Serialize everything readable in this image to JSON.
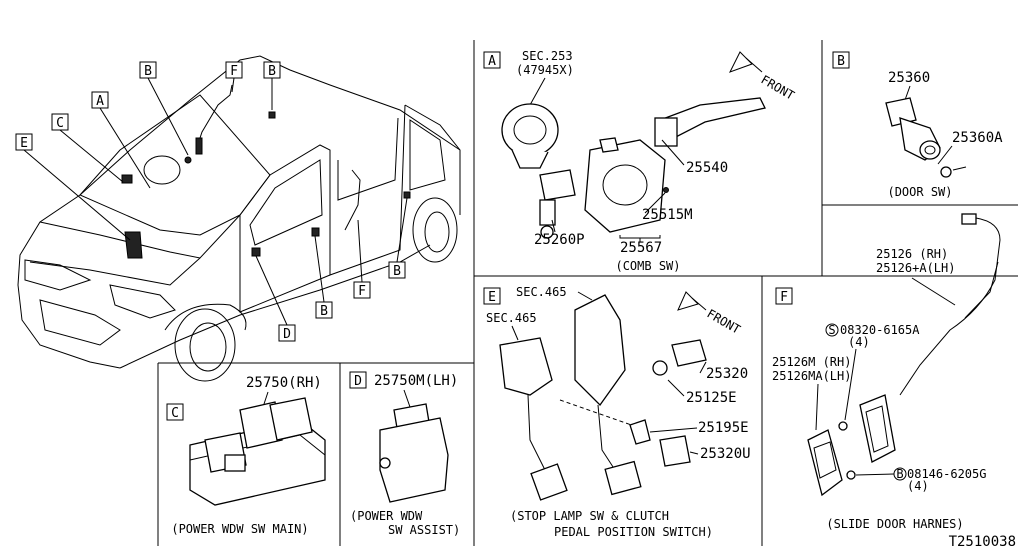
{
  "diagram_code": "T2510038",
  "overview": {
    "callouts": [
      "B",
      "F",
      "B",
      "A",
      "C",
      "E",
      "D",
      "B",
      "F",
      "B"
    ]
  },
  "panel_a": {
    "letter": "A",
    "sec_ref": "SEC.253",
    "sec_part": "(47945X)",
    "front_label": "FRONT",
    "parts": [
      "25540",
      "25515M",
      "25260P",
      "25567"
    ],
    "caption": "(COMB SW)"
  },
  "panel_b": {
    "letter": "B",
    "parts": [
      "25360",
      "25360A"
    ],
    "caption": "(DOOR SW)"
  },
  "panel_c": {
    "letter": "C",
    "part": "25750(RH)",
    "caption": "(POWER WDW SW MAIN)"
  },
  "panel_d": {
    "letter": "D",
    "part": "25750M(LH)",
    "caption_line1": "(POWER WDW",
    "caption_line2": "SW ASSIST)"
  },
  "panel_e": {
    "letter": "E",
    "sec_ref_1": "SEC.465",
    "sec_ref_2": "SEC.465",
    "front_label": "FRONT",
    "parts": [
      "25320",
      "25125E",
      "25195E",
      "25320U"
    ],
    "caption_line1": "(STOP LAMP SW & CLUTCH",
    "caption_line2": "PEDAL POSITION SWITCH)"
  },
  "panel_f": {
    "letter": "F",
    "harness_rh": "25126  (RH)",
    "harness_lh": "25126+A(LH)",
    "screw_symbol": "S",
    "screw": "08320-6165A",
    "screw_qty": "(4)",
    "plate_rh": "25126M (RH)",
    "plate_lh": "25126MA(LH)",
    "bolt_symbol": "B",
    "bolt": "08146-6205G",
    "bolt_qty": "(4)",
    "caption": "(SLIDE DOOR HARNES)"
  }
}
